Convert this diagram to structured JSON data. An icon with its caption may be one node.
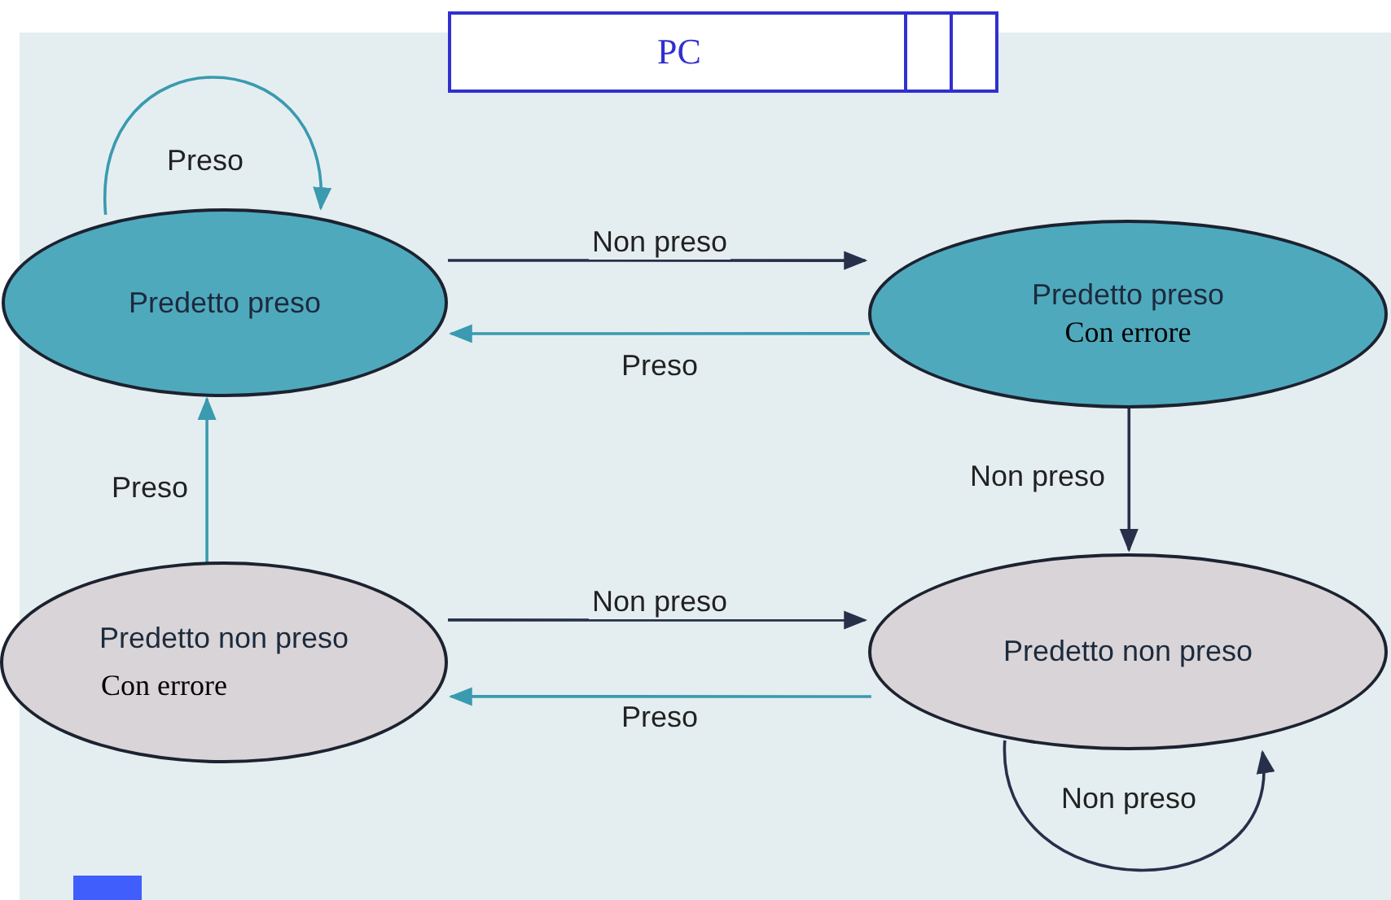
{
  "diagram": {
    "nodes": [
      {
        "text": [
          "PC"
        ]
      },
      {
        "text": [
          "Predetto preso"
        ]
      },
      {
        "text": [
          "Predetto preso",
          "Con errore"
        ]
      },
      {
        "text": [
          "Predetto non preso",
          "Con errore"
        ]
      },
      {
        "text": [
          "Predetto non preso"
        ]
      }
    ],
    "edges": [
      {
        "from": 1,
        "to": 1,
        "arrow": "to",
        "label": "Preso",
        "color": "#3a9ab0"
      },
      {
        "from": 1,
        "to": 2,
        "arrow": "to",
        "label": "Non preso",
        "color": "#26304a"
      },
      {
        "from": 2,
        "to": 1,
        "arrow": "to",
        "label": "Preso",
        "color": "#3a9ab0"
      },
      {
        "from": 2,
        "to": 4,
        "arrow": "to",
        "label": "Non preso",
        "color": "#26304a"
      },
      {
        "from": 3,
        "to": 1,
        "arrow": "to",
        "label": "Preso",
        "color": "#3a9ab0"
      },
      {
        "from": 3,
        "to": 4,
        "arrow": "to",
        "label": "Non preso",
        "color": "#26304a"
      },
      {
        "from": 4,
        "to": 3,
        "arrow": "to",
        "label": "Preso",
        "color": "#3a9ab0"
      },
      {
        "from": 4,
        "to": 4,
        "arrow": "to",
        "label": "Non preso",
        "color": "#26304a"
      }
    ]
  }
}
